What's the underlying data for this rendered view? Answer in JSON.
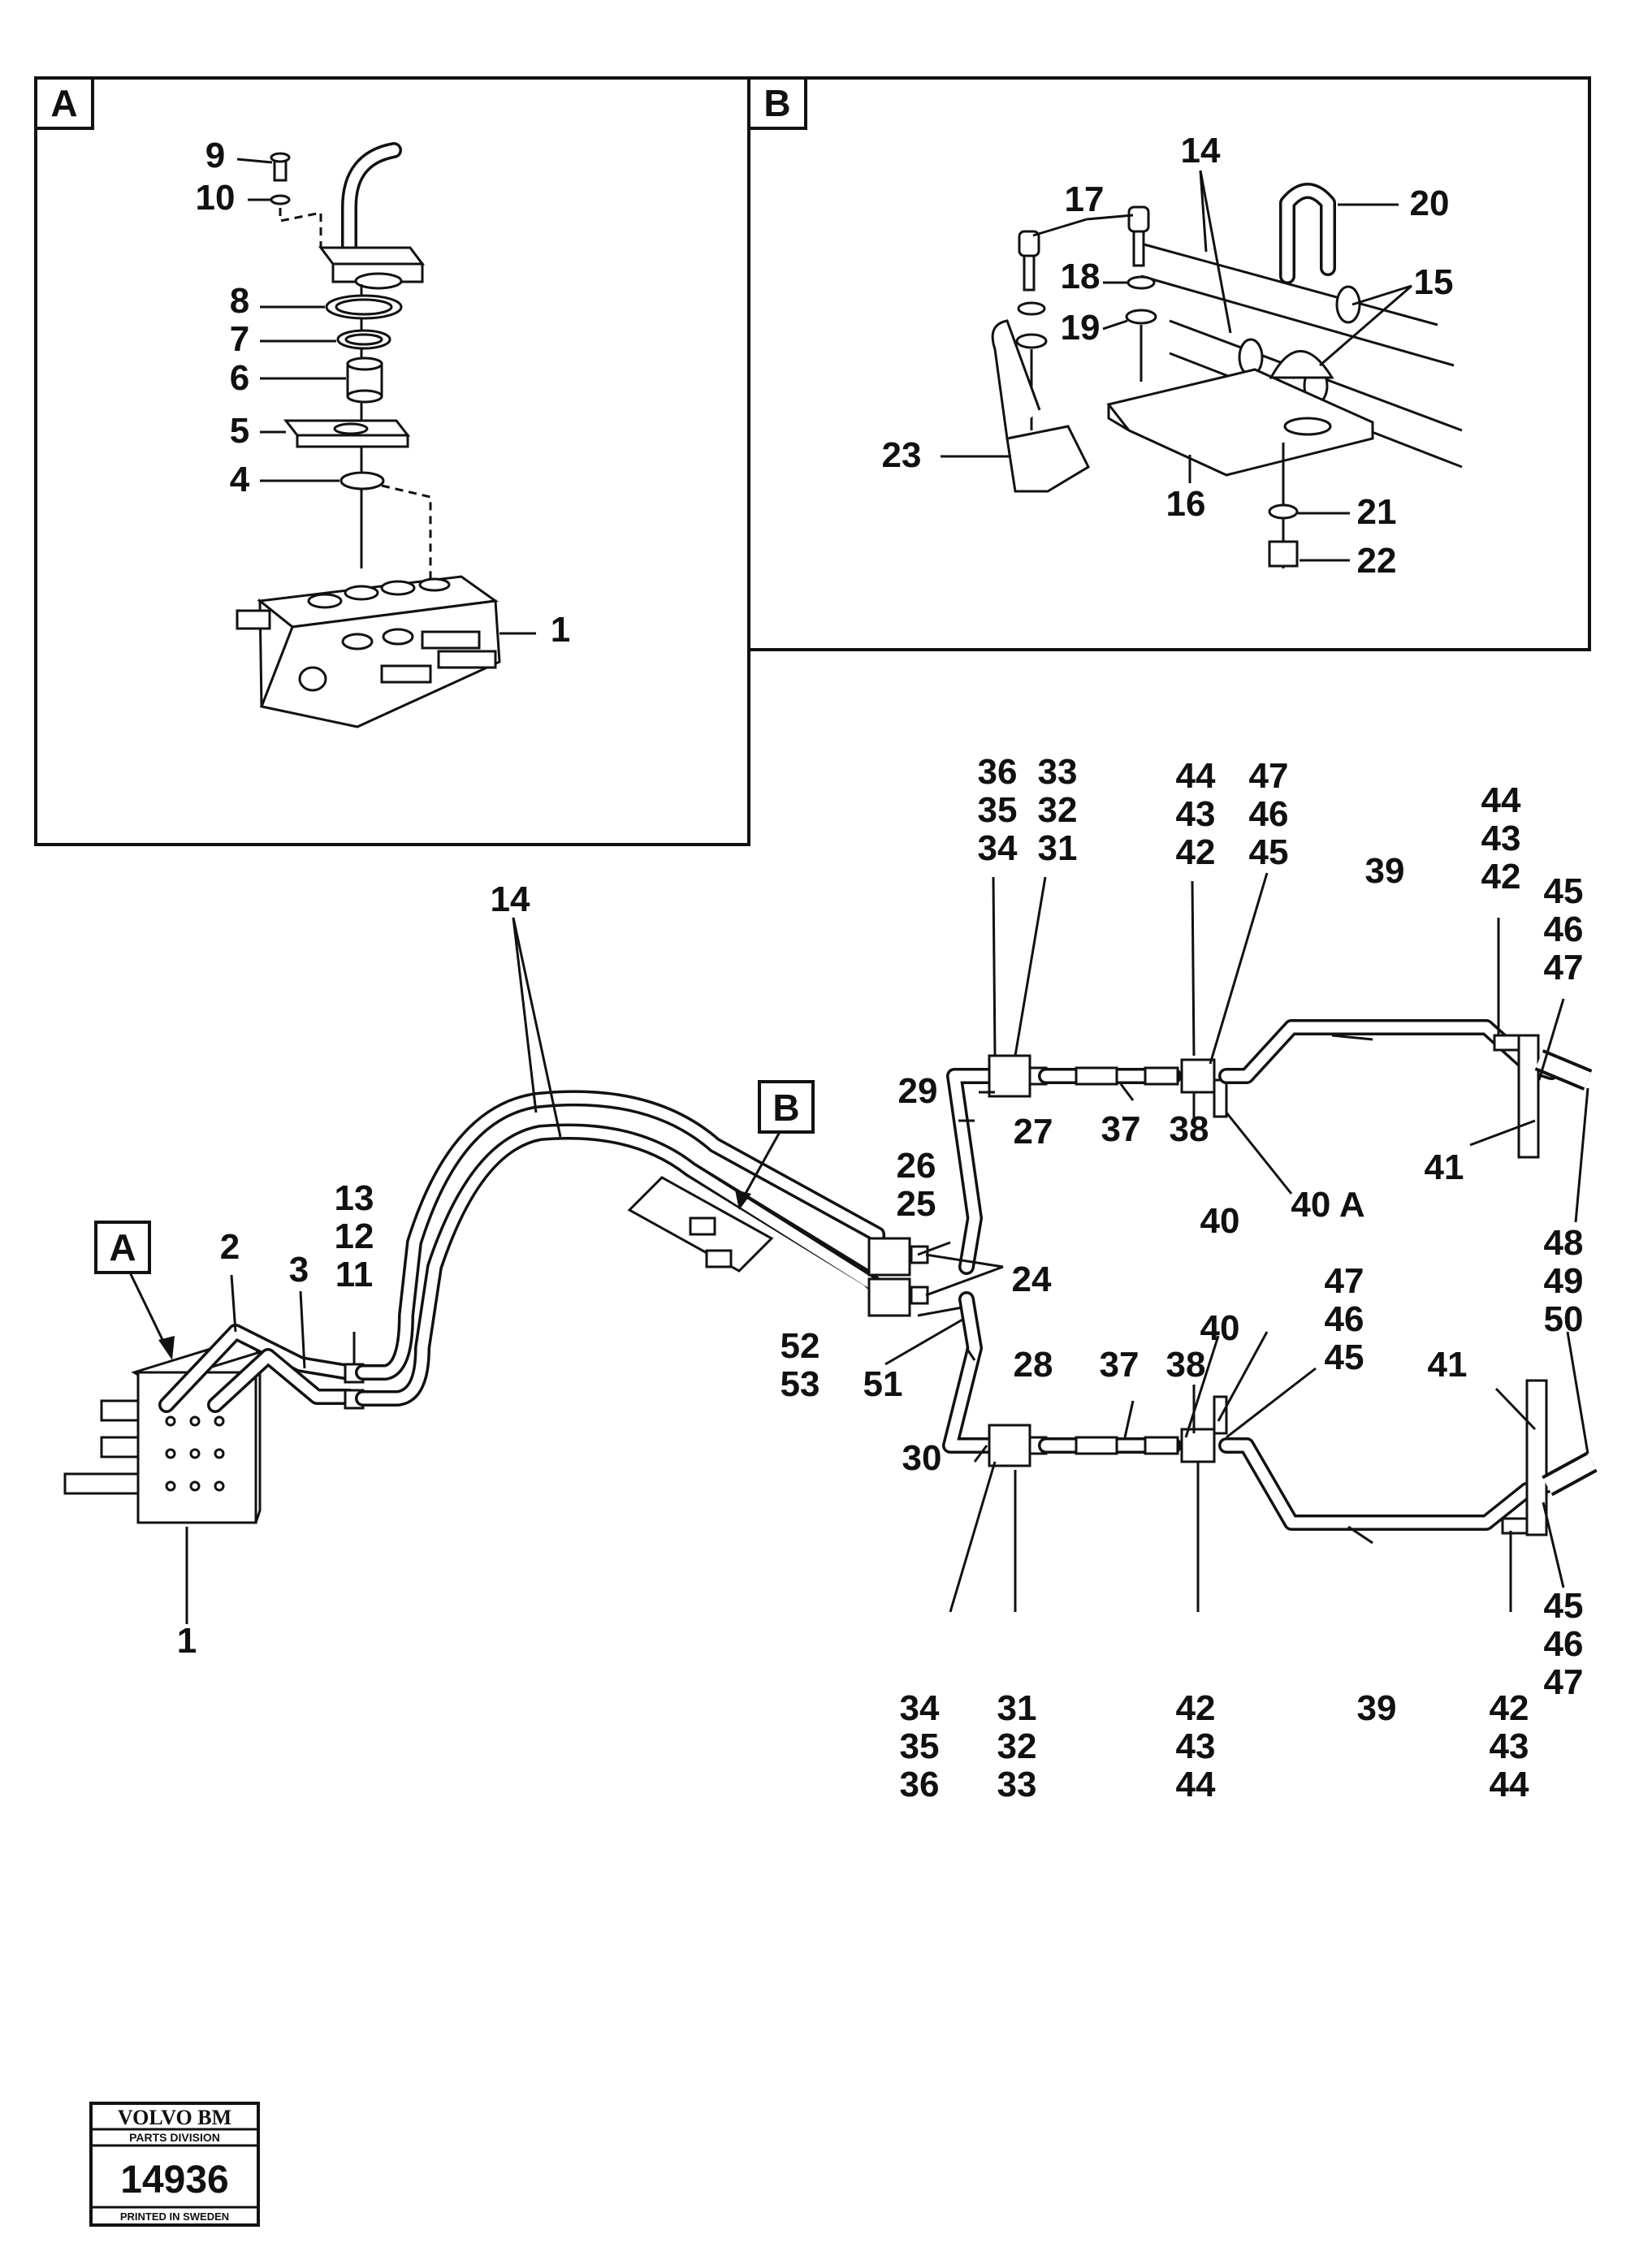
{
  "detail_a": {
    "letter": "A",
    "labels": [
      "9",
      "10",
      "8",
      "7",
      "6",
      "5",
      "4",
      "1"
    ]
  },
  "detail_b": {
    "letter": "B",
    "labels": [
      "14",
      "17",
      "18",
      "19",
      "20",
      "15",
      "23",
      "16",
      "21",
      "22"
    ]
  },
  "main": {
    "callout_a": "A",
    "callout_b": "B",
    "labels": {
      "l14": "14",
      "l13": "13",
      "l12": "12",
      "l11": "11",
      "l2": "2",
      "l3": "3",
      "l1": "1",
      "l36t": "36",
      "l35t": "35",
      "l34t": "34",
      "l33t": "33",
      "l32t": "32",
      "l31t": "31",
      "l44t": "44",
      "l43t": "43",
      "l42t": "42",
      "l47t": "47",
      "l46t": "46",
      "l45t": "45",
      "l44r": "44",
      "l43r": "43",
      "l42r": "42",
      "l45r": "45",
      "l46r": "46",
      "l47r": "47",
      "l39t": "39",
      "l29": "29",
      "l26": "26",
      "l25": "25",
      "l27": "27",
      "l37t": "37",
      "l38t": "38",
      "l40t": "40",
      "l40a": "40 A",
      "l41t": "41",
      "l48": "48",
      "l49": "49",
      "l50": "50",
      "l24": "24",
      "l52": "52",
      "l53": "53",
      "l51": "51",
      "l28": "28",
      "l37b": "37",
      "l38b": "38",
      "l40b": "40",
      "l47b": "47",
      "l46b": "46",
      "l45b": "45",
      "l41b": "41",
      "l30": "30",
      "l34b": "34",
      "l35b": "35",
      "l36b": "36",
      "l31b": "31",
      "l32b": "32",
      "l33b": "33",
      "l42b": "42",
      "l43b": "43",
      "l44b": "44",
      "l39b": "39",
      "l45br": "45",
      "l46br": "46",
      "l47br": "47",
      "l42br": "42",
      "l43br": "43",
      "l44br": "44"
    }
  },
  "stamp": {
    "brand": "VOLVO BM",
    "division": "PARTS DIVISION",
    "number": "14936",
    "printed": "PRINTED IN SWEDEN"
  }
}
